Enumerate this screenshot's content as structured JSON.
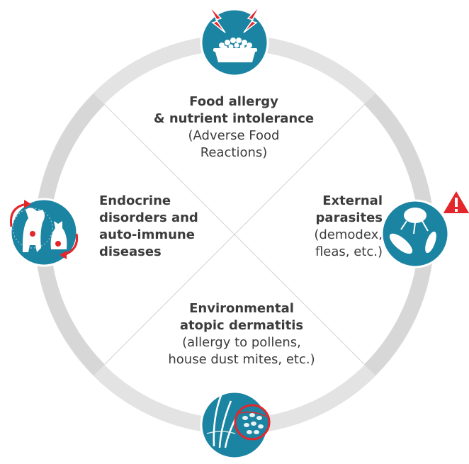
{
  "diagram": {
    "colors": {
      "ring": "#e2e2e2",
      "ring_segment": "#d6d6d6",
      "circle_fill": "#1b84a2",
      "accent_red": "#e3262c",
      "divider": "#d9d9d9"
    },
    "top": {
      "icon": "food-bowl-icon",
      "bold_line1": "Food allergy",
      "bold_line2": "& nutrient intolerance",
      "normal_line1": "(Adverse Food",
      "normal_line2": "Reactions)"
    },
    "left": {
      "icon": "dog-cat-icon",
      "bold_line1": "Endocrine",
      "bold_line2": "disorders and",
      "bold_line3": "auto-immune",
      "bold_line4": "diseases"
    },
    "right": {
      "icon": "parasites-icon",
      "bold_line1": "External",
      "bold_line2": "parasites",
      "normal_line1": "(demodex,",
      "normal_line2": "fleas, etc.)"
    },
    "bottom": {
      "icon": "skin-magnifier-icon",
      "bold_line1": "Environmental",
      "bold_line2": "atopic dermatitis",
      "normal_line1": "(allergy to pollens,",
      "normal_line2": "house dust mites, etc.)"
    }
  }
}
